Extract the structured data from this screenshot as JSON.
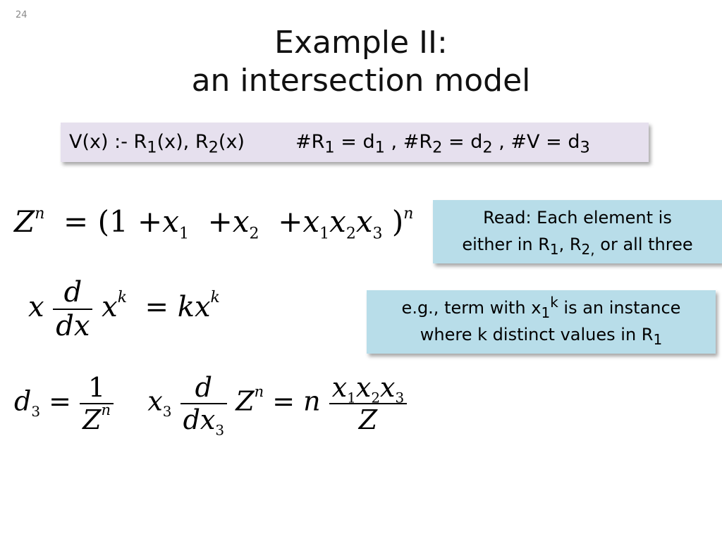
{
  "slide": {
    "number": "24",
    "title_line1": "Example II:",
    "title_line2": "an intersection model"
  },
  "rule": {
    "head": "V(x) :- R",
    "r1_sub": "1",
    "mid": "(x), R",
    "r2_sub": "2",
    "end": "(x)",
    "c1": "#R",
    "c1_sub": "1",
    "c1_eq": " = d",
    "c1_val_sub": "1",
    "c2": " , #R",
    "c2_sub": "2",
    "c2_eq": " = d",
    "c2_val_sub": "2",
    "c3": " , #V = d",
    "c3_val_sub": "3"
  },
  "notes": {
    "read_line1": "Read: Each element is",
    "read_line2_a": "either in R",
    "read_sub1": "1",
    "read_line2_b": ", R",
    "read_sub2": "2,",
    "read_line2_c": " or all three",
    "eg_line1_a": "e.g., term with x",
    "eg_sub1": "1",
    "eg_sup_k": "k",
    "eg_line1_b": " is an instance",
    "eg_line2_a": "where k distinct values in R",
    "eg_sub2": "1"
  }
}
